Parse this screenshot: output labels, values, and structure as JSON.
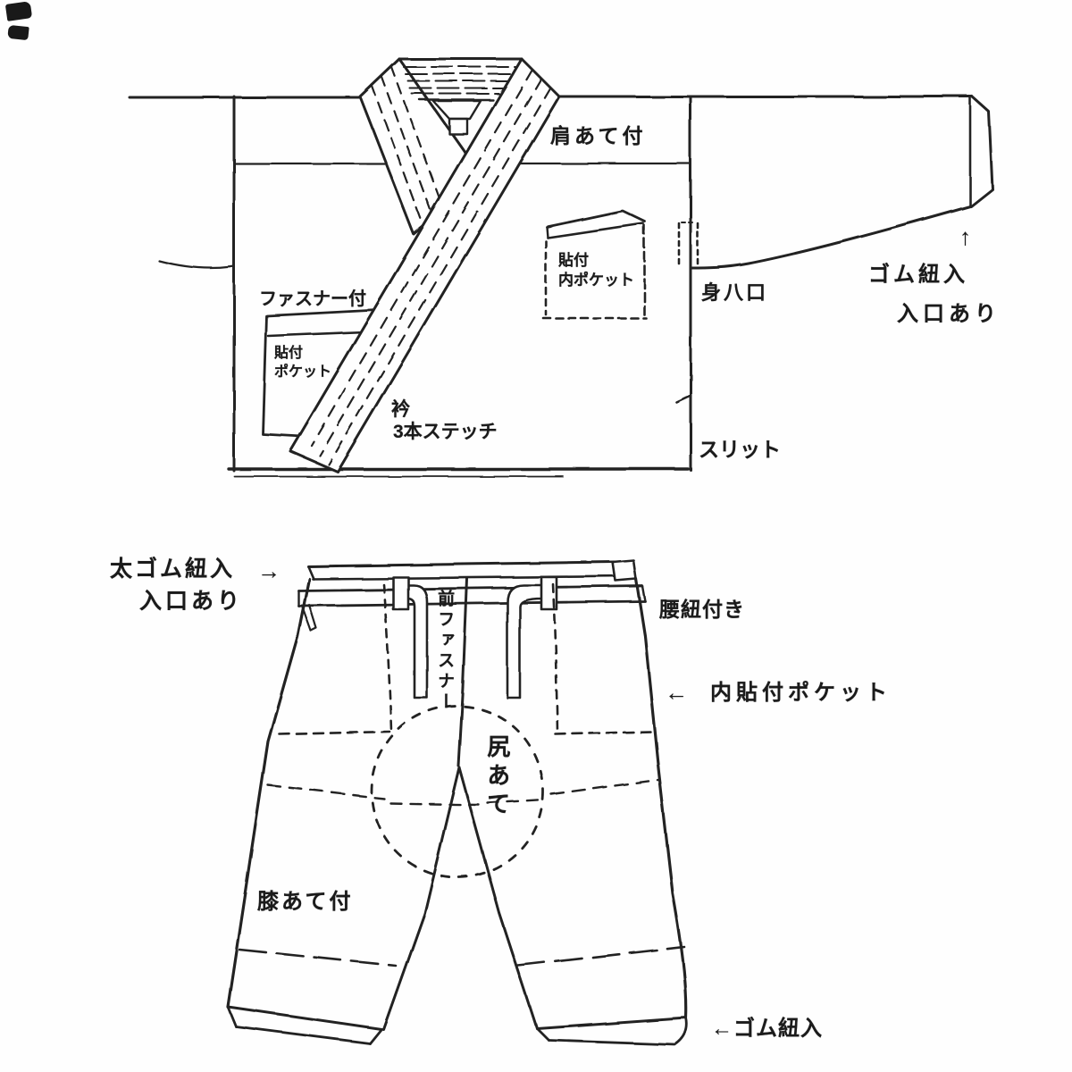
{
  "jacket": {
    "shoulder_pad_label": "肩あて付",
    "inner_pocket_label_line1": "貼付",
    "inner_pocket_label_line2": "内ポケット",
    "side_opening_label": "身八口",
    "sleeve_elastic_arrow": "↑",
    "sleeve_elastic_label_line1": "ゴム紐入",
    "sleeve_elastic_label_line2": "入口あり",
    "zipper_label": "ファスナー付",
    "patch_pocket_label_line1": "貼付",
    "patch_pocket_label_line2": "ポケット",
    "collar_label_line1": "衿",
    "collar_label_line2": "3本ステッチ",
    "slit_label": "スリット"
  },
  "pants": {
    "waist_elastic_label_line1": "太ゴム紐入",
    "waist_elastic_label_line2": "入口あり",
    "waist_elastic_arrow": "→",
    "waist_cord_label": "腰紐付き",
    "inner_pocket_arrow": "←",
    "inner_pocket_label": "内貼付ポケット",
    "front_zipper_label": "前ファスナー",
    "seat_pad_label": "尻あて",
    "knee_pad_label": "膝あて付",
    "hem_elastic_label": "←ゴム紐入"
  }
}
